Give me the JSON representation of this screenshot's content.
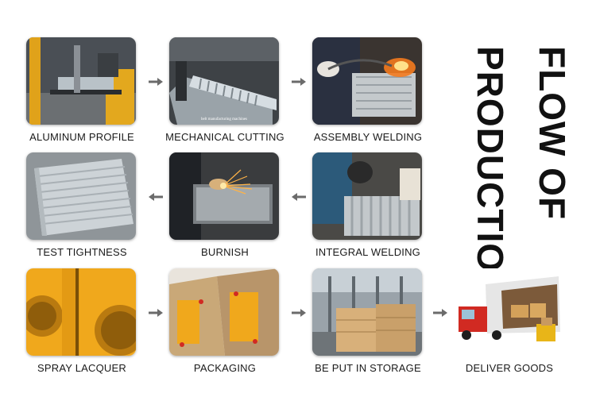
{
  "title": {
    "line1": "FLOW OF",
    "line2": "PRODUCTION"
  },
  "steps": [
    {
      "label": "ALUMINUM  PROFILE"
    },
    {
      "label": "MECHANICAL CUTTING",
      "photo_caption": "belt manufacturing machines"
    },
    {
      "label": "ASSEMBLY WELDING"
    },
    {
      "label": "TEST TIGHTNESS"
    },
    {
      "label": "BURNISH"
    },
    {
      "label": "INTEGRAL WELDING"
    },
    {
      "label": "SPRAY LACQUER"
    },
    {
      "label": "PACKAGING"
    },
    {
      "label": "BE PUT IN STORAGE"
    },
    {
      "label": "DELIVER GOODS"
    }
  ],
  "colors": {
    "arrow": "#6b6b6b",
    "text": "#1a1a1a",
    "lacquer_yellow": "#f0a81c",
    "truck_red": "#d12a22"
  }
}
